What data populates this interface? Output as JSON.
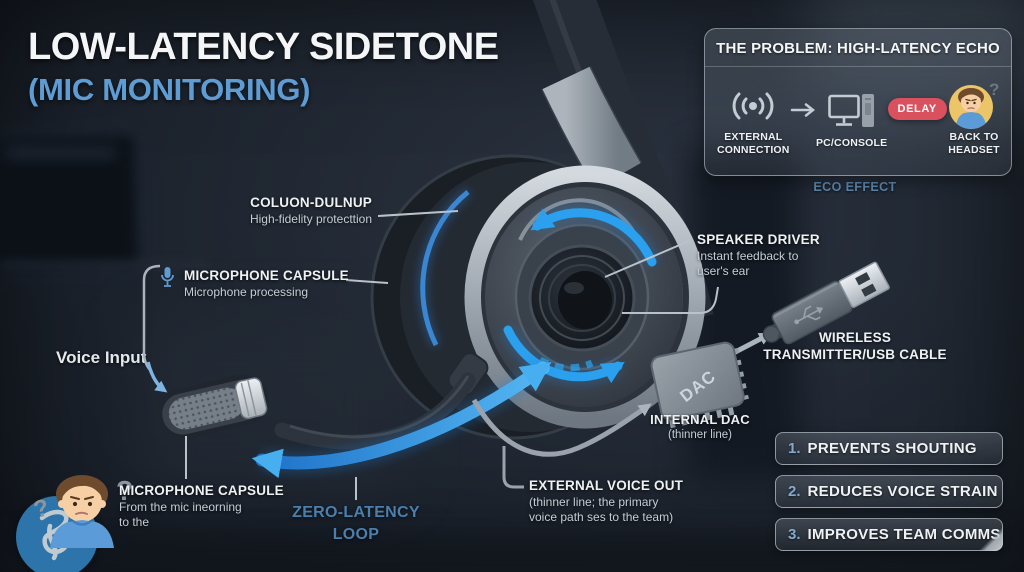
{
  "title": {
    "line1": "LOW-LATENCY SIDETONE",
    "line2": "(MIC MONITORING)"
  },
  "problem_panel": {
    "title": "THE PROBLEM: HIGH-LATENCY ECHO",
    "steps": [
      {
        "label_line1": "EXTERNAL",
        "label_line2": "CONNECTION"
      },
      {
        "label_line1": "PC/CONSOLE",
        "label_line2": ""
      },
      {
        "label_line1": "BACK TO",
        "label_line2": "HEADSET"
      }
    ],
    "delay_badge": "DELAY",
    "caption": "ECO EFFECT"
  },
  "headset_labels": {
    "ear_cup": {
      "title": "COLUON-DULNUP",
      "subtitle": "High-fidelity protecttion"
    },
    "mic_capsule_top": {
      "title": "MICROPHONE CAPSULE",
      "subtitle": "Microphone processing"
    },
    "voice_input": "Voice Input",
    "mic_capsule_bottom": {
      "title": "MICROPHONE CAPSULE",
      "subtitle_line1": "From the mic ineorning",
      "subtitle_line2": "to the"
    },
    "zero_latency_loop": {
      "line1": "ZERO-LATENCY",
      "line2": "LOOP"
    },
    "external_voice_out": {
      "title": "EXTERNAL VOICE OUT",
      "subtitle_line1": "(thinner line; the primary",
      "subtitle_line2": "voice path ses to the team)"
    },
    "speaker_driver": {
      "title": "SPEAKER DRIVER",
      "subtitle_line1": "Instant feedback to",
      "subtitle_line2": "user's ear"
    },
    "internal_dac": {
      "title": "INTERNAL DAC",
      "subtitle": "(thinner line)"
    },
    "wireless_transmitter": {
      "line1": "WIRELESS",
      "line2": "TRANSMITTER/USB CABLE"
    },
    "dac_chip": "DAC"
  },
  "benefits": [
    {
      "number": "1.",
      "label": "PREVENTS SHOUTING"
    },
    {
      "number": "2.",
      "label": "REDUCES VOICE STRAIN"
    },
    {
      "number": "3.",
      "label": "IMPROVES TEAM COMMS"
    }
  ],
  "misc": {
    "question_mark": "?"
  },
  "colors": {
    "accent_blue": "#5f9cd4",
    "loop_blue": "#2aa0ee",
    "delay_red": "#d9505e",
    "steel_blue_text": "#4a7fae",
    "panel_border": "#d4dee8"
  }
}
